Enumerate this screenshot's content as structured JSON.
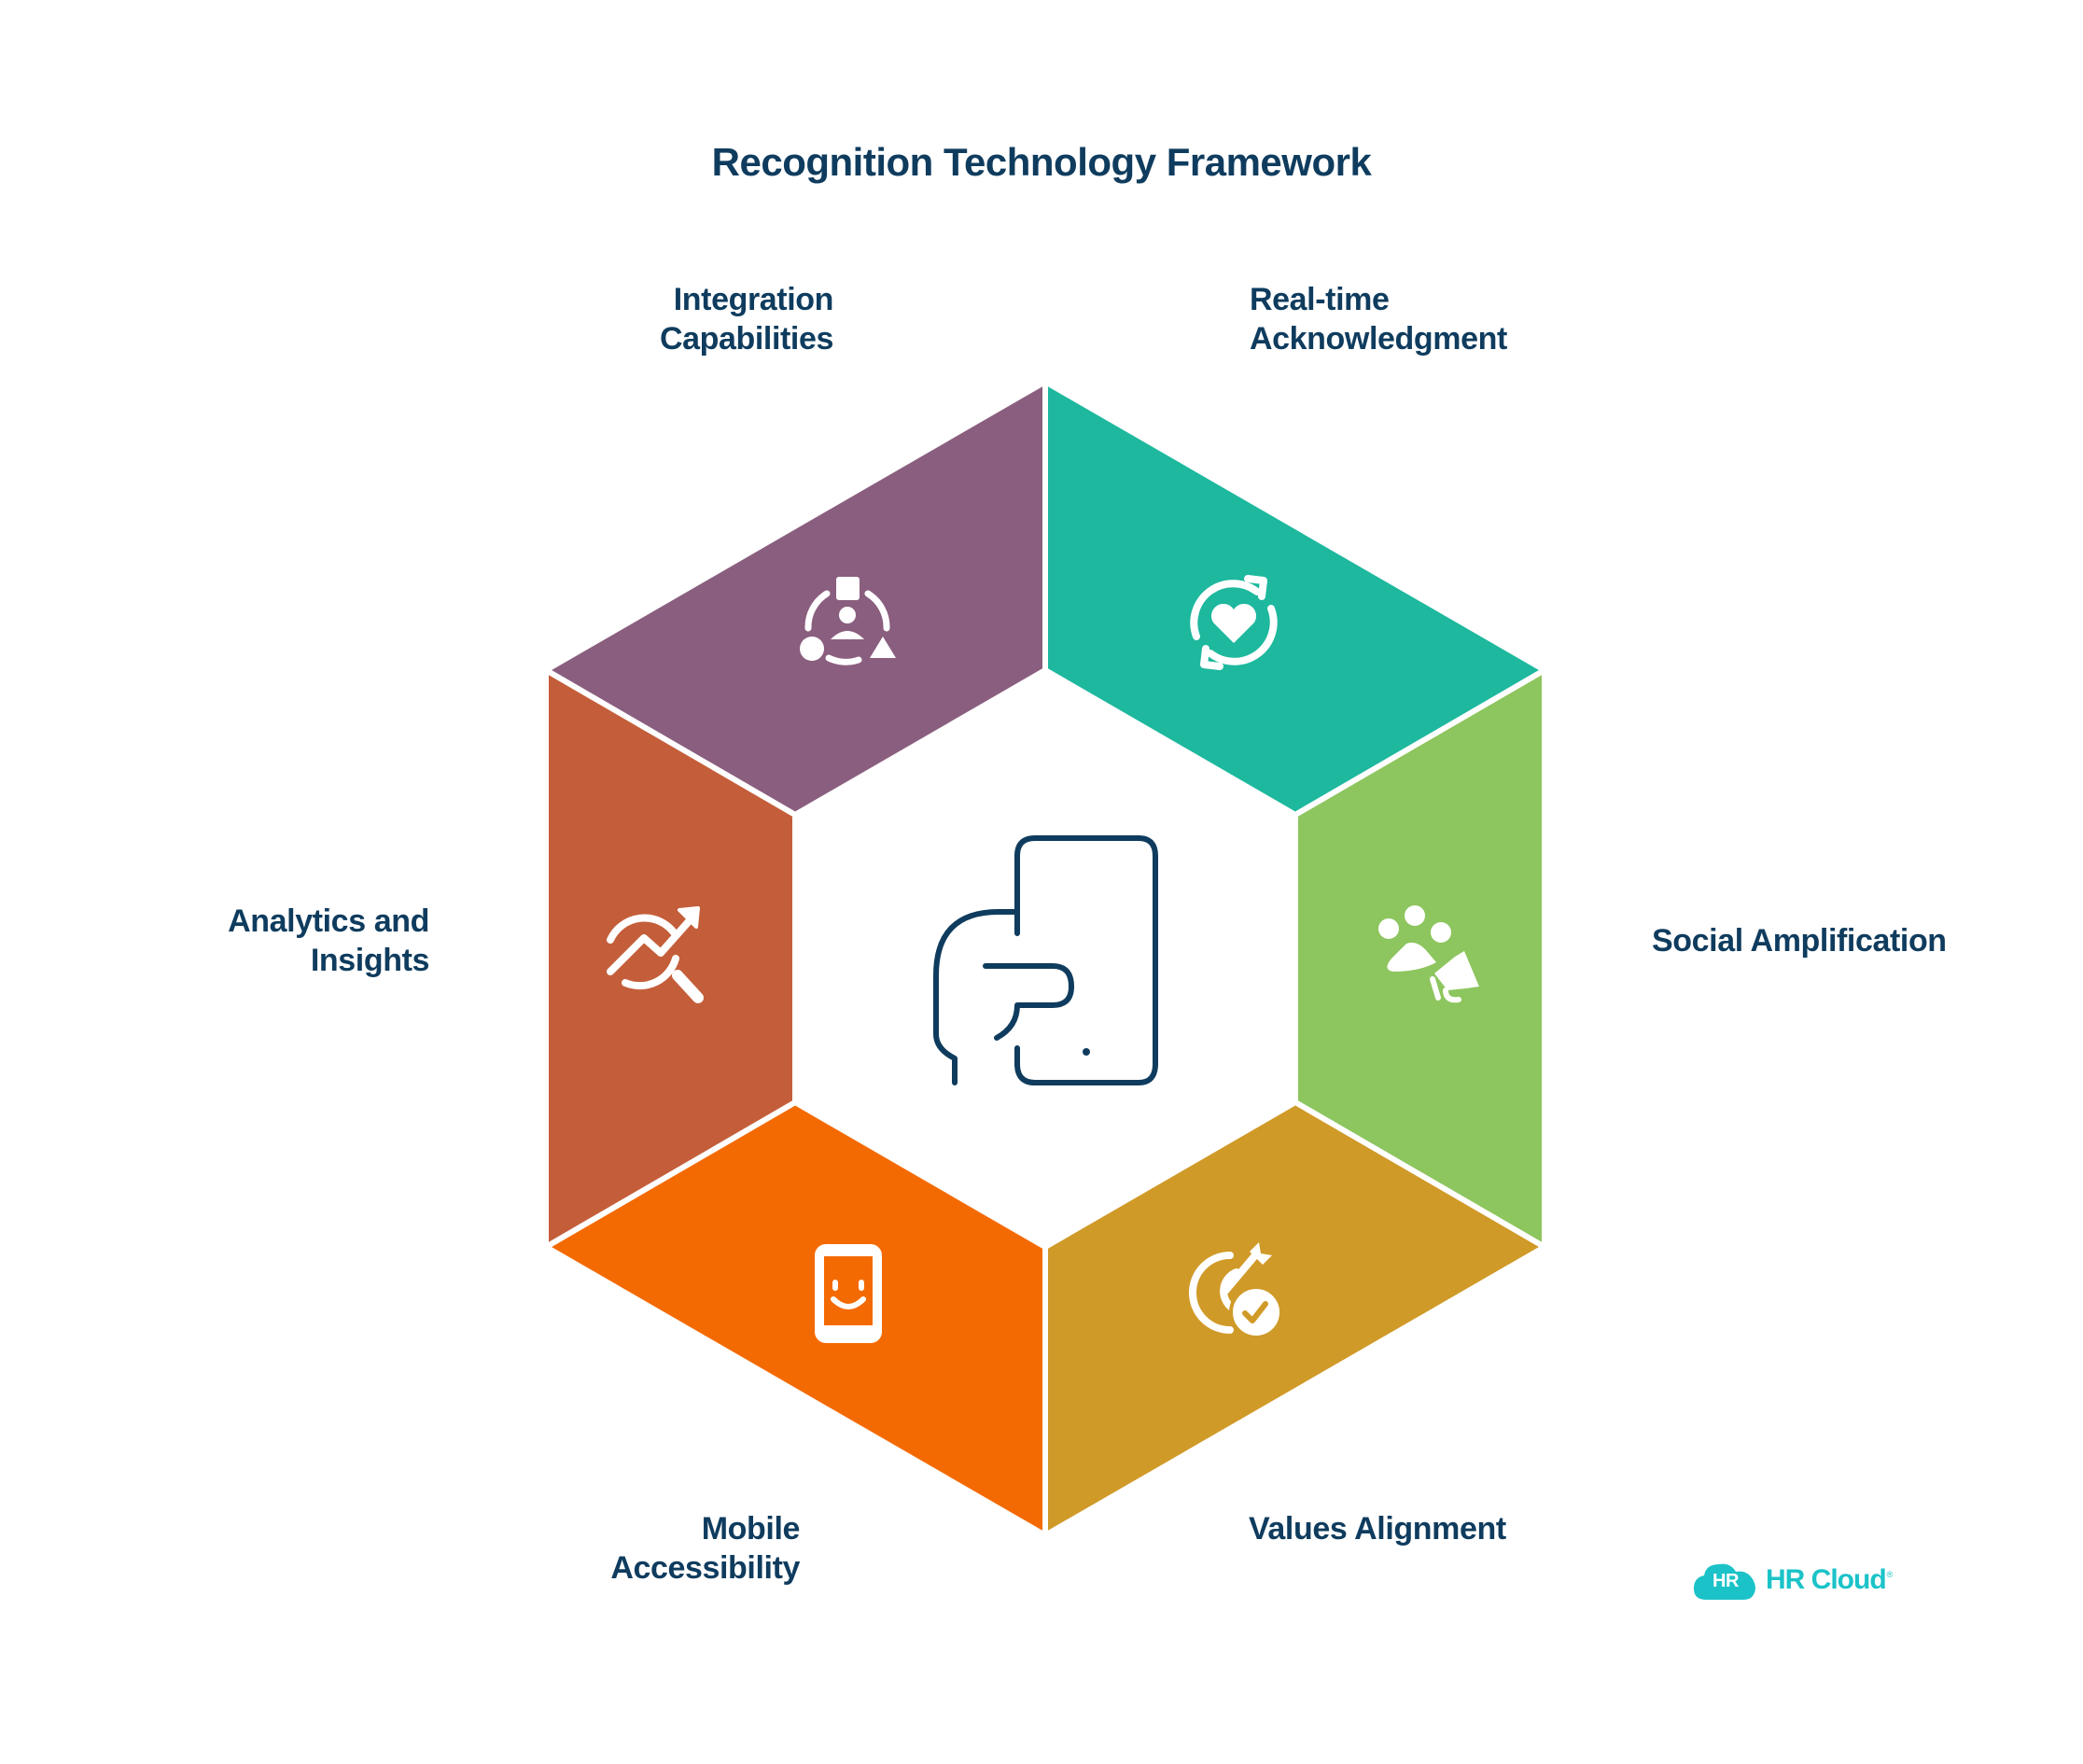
{
  "title": "Recognition Technology Framework",
  "colors": {
    "text": "#0F3C5E",
    "integration": "#8A5E7E",
    "realtime": "#1DB89E",
    "social": "#8DC55E",
    "values": "#D09A28",
    "mobile": "#F46A02",
    "analytics": "#C45E3A",
    "center_icon": "#0F3C5E",
    "logo": "#1BC3C8"
  },
  "segments": [
    {
      "id": "integration",
      "label_lines": [
        "Integration",
        "Capabilities"
      ],
      "icon": "integration-network-icon"
    },
    {
      "id": "realtime",
      "label_lines": [
        "Real-time",
        "Acknowledgment"
      ],
      "icon": "heart-refresh-icon"
    },
    {
      "id": "social",
      "label_lines": [
        "Social Amplification"
      ],
      "icon": "megaphone-people-icon"
    },
    {
      "id": "values",
      "label_lines": [
        "Values Alignment"
      ],
      "icon": "target-check-icon"
    },
    {
      "id": "mobile",
      "label_lines": [
        "Mobile",
        "Accessibility"
      ],
      "icon": "smiling-phone-icon"
    },
    {
      "id": "analytics",
      "label_lines": [
        "Analytics and",
        "Insights"
      ],
      "icon": "chart-magnifier-icon"
    }
  ],
  "center": {
    "icon": "hand-holding-phone-icon"
  },
  "logo": {
    "badge": "HR",
    "name": "HR Cloud",
    "reg": "®"
  }
}
